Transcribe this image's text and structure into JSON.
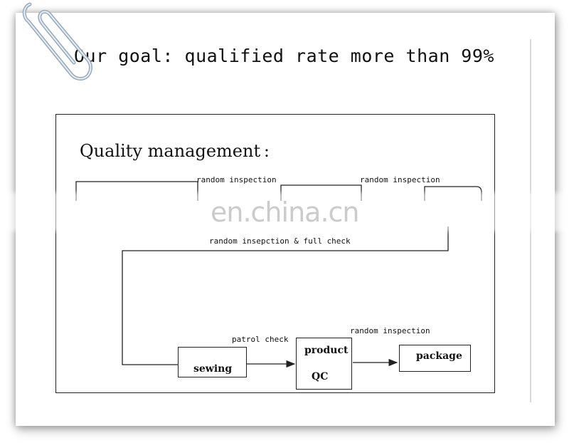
{
  "headline": "Our goal: qualified rate more than 99%",
  "diagram": {
    "title": "Quality management :",
    "edge_labels": {
      "random_inspection_1": "random  inspection",
      "random_inspection_2": "random inspection",
      "random_insepction_full_check": "random insepction & full check",
      "patrol_check": "patrol check",
      "random_inspection_3": "random inspection"
    },
    "nodes": {
      "sewing": "sewing",
      "product_qc_line1": "product",
      "product_qc_line2": "QC",
      "package": "package"
    }
  },
  "watermark": "en.china.cn",
  "colors": {
    "line": "#222222",
    "text": "#111111",
    "shadow": "#9a9a9a"
  },
  "icons": {
    "paperclip": "paperclip-icon"
  }
}
